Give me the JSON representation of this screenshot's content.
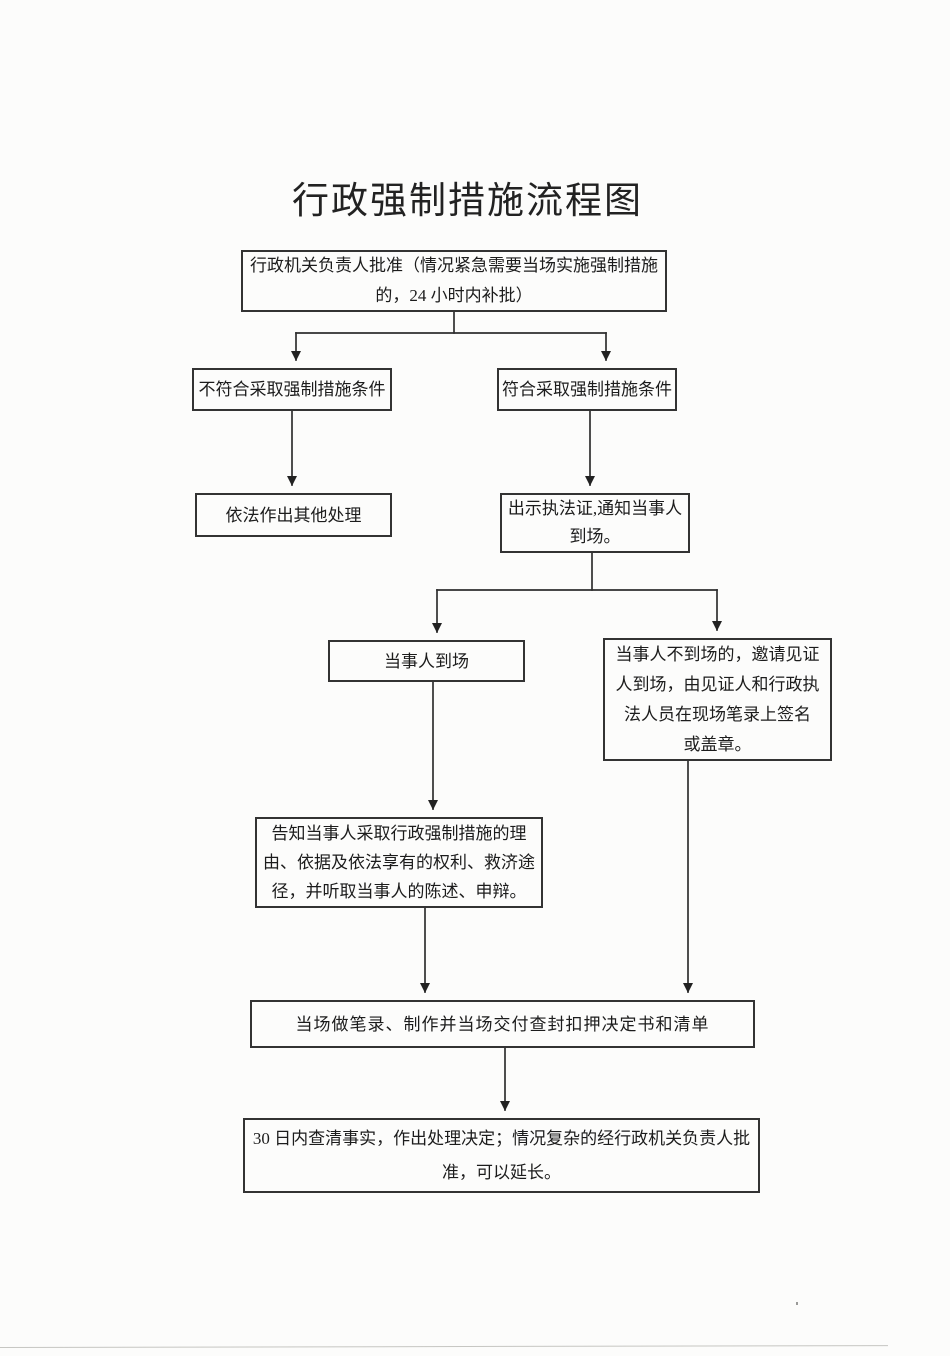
{
  "page": {
    "title": "行政强制措施流程图"
  },
  "flowchart": {
    "nodes": {
      "approval": {
        "text": "行政机关负责人批准（情况紧急需要当场实施强制措施的，24 小时内补批）",
        "lines": [
          "行政机关负责人批准（情况紧急需要当场实施强制措施",
          "的，24 小时内补批）"
        ]
      },
      "not_meet": {
        "text": "不符合采取强制措施条件",
        "lines": [
          "不符合采取强制措施条件"
        ]
      },
      "meet": {
        "text": "符合采取强制措施条件",
        "lines": [
          "符合采取强制措施条件"
        ]
      },
      "other_handling": {
        "text": "依法作出其他处理",
        "lines": [
          "依法作出其他处理"
        ]
      },
      "show_cert": {
        "text": "出示执法证,通知当事人到场。",
        "lines": [
          "出示执法证,通知当事人",
          "到场。"
        ]
      },
      "party_present": {
        "text": "当事人到场",
        "lines": [
          "当事人到场"
        ]
      },
      "party_absent": {
        "text": "当事人不到场的，邀请见证人到场，由见证人和行政执法人员在现场笔录上签名或盖章。",
        "lines": [
          "当事人不到场的，邀请见证",
          "人到场，由见证人和行政执",
          "法人员在现场笔录上签名",
          "或盖章。"
        ]
      },
      "inform": {
        "text": "告知当事人采取行政强制措施的理由、依据及依法享有的权利、救济途径，并听取当事人的陈述、申辩。",
        "lines": [
          "告知当事人采取行政强制措施的理",
          "由、依据及依法享有的权利、救济途",
          "径，并听取当事人的陈述、申辩。"
        ]
      },
      "record": {
        "text": "当场做笔录、制作并当场交付查封扣押决定书和清单",
        "lines": [
          "当场做笔录、制作并当场交付查封扣押决定书和清单"
        ]
      },
      "decision": {
        "text": "30 日内查清事实，作出处理决定；情况复杂的经行政机关负责人批准，可以延长。",
        "lines": [
          "30 日内查清事实，作出处理决定；情况复杂的经行政机关负责人批",
          "准，可以延长。"
        ]
      }
    },
    "edges": [
      {
        "from": "approval",
        "to": "not_meet"
      },
      {
        "from": "approval",
        "to": "meet"
      },
      {
        "from": "not_meet",
        "to": "other_handling"
      },
      {
        "from": "meet",
        "to": "show_cert"
      },
      {
        "from": "show_cert",
        "to": "party_present"
      },
      {
        "from": "show_cert",
        "to": "party_absent"
      },
      {
        "from": "party_present",
        "to": "inform"
      },
      {
        "from": "inform",
        "to": "record"
      },
      {
        "from": "party_absent",
        "to": "record"
      },
      {
        "from": "record",
        "to": "decision"
      }
    ],
    "colors": {
      "line": "#2f2f2f",
      "border": "#333333",
      "text": "#1c1c1c",
      "background": "#fcfcfb"
    }
  }
}
